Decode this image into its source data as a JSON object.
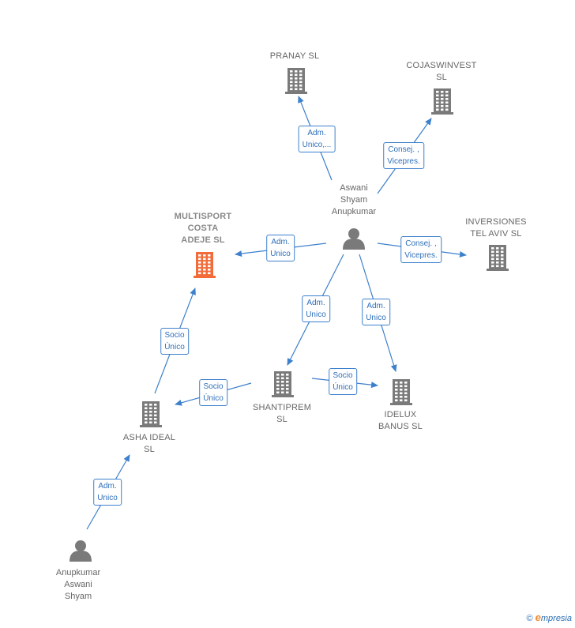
{
  "nodes": {
    "pranay": {
      "label": "PRANAY  SL",
      "type": "company"
    },
    "cojas": {
      "label": "COJASWINVEST\nSL",
      "type": "company"
    },
    "aswani": {
      "label": "Aswani\nShyam\nAnupkumar",
      "type": "person"
    },
    "multisport": {
      "label": "MULTISPORT\nCOSTA\nADEJE  SL",
      "type": "company-highlight"
    },
    "inversiones": {
      "label": "INVERSIONES\nTEL AVIV  SL",
      "type": "company"
    },
    "shantiprem": {
      "label": "SHANTIPREM\nSL",
      "type": "company"
    },
    "idelux": {
      "label": "IDELUX\nBANUS  SL",
      "type": "company"
    },
    "asha": {
      "label": "ASHA IDEAL\nSL",
      "type": "company"
    },
    "anupkumar": {
      "label": "Anupkumar\nAswani\nShyam",
      "type": "person"
    }
  },
  "edges": {
    "e1": {
      "label": "Adm.\nUnico,..."
    },
    "e2": {
      "label": "Consej. ,\nVicepres."
    },
    "e3": {
      "label": "Adm.\nUnico"
    },
    "e4": {
      "label": "Consej. ,\nVicepres."
    },
    "e5": {
      "label": "Adm.\nUnico"
    },
    "e6": {
      "label": "Adm.\nUnico"
    },
    "e7": {
      "label": "Socio\nÚnico"
    },
    "e8": {
      "label": "Socio\nÚnico"
    },
    "e9": {
      "label": "Socio\nÚnico"
    },
    "e10": {
      "label": "Adm.\nUnico"
    }
  },
  "colors": {
    "edge": "#3d80cc",
    "company": "#7a7a7a",
    "highlight": "#f26b38",
    "person": "#7a7a7a"
  },
  "footer": {
    "copyright": "©",
    "brand_initial": "e",
    "brand_rest": "mpresia"
  }
}
